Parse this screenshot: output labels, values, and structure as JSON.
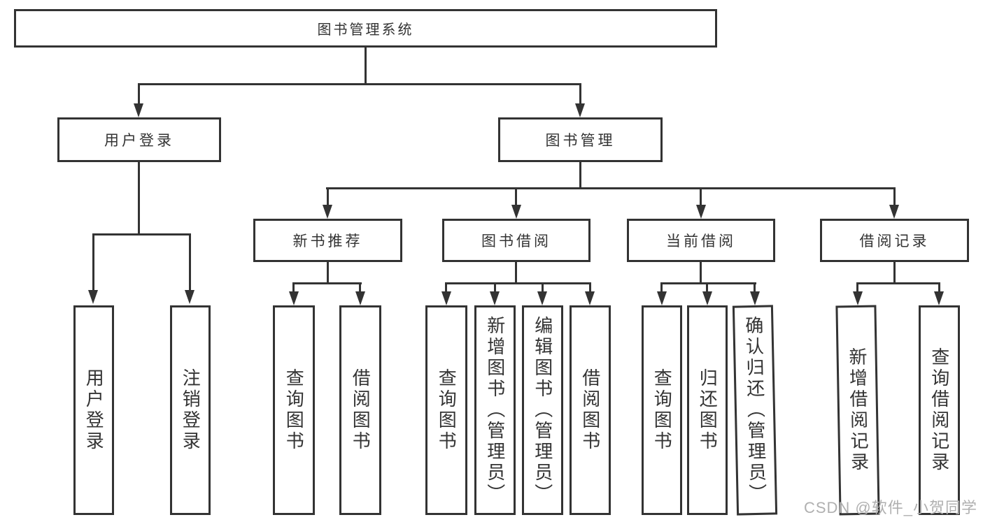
{
  "page": {
    "background": "#ffffff"
  },
  "colors": {
    "line": "#333333",
    "text": "#333333",
    "watermark": "#b0b0b0"
  },
  "watermark": {
    "text": "CSDN @软件_小贺同学"
  },
  "tree": {
    "label": "图书管理系统",
    "children": [
      {
        "label": "用户登录",
        "children": [
          {
            "label": "用户登录"
          },
          {
            "label": "注销登录"
          }
        ]
      },
      {
        "label": "图书管理",
        "children": [
          {
            "label": "新书推荐",
            "children": [
              {
                "label": "查询图书"
              },
              {
                "label": "借阅图书"
              }
            ]
          },
          {
            "label": "图书借阅",
            "children": [
              {
                "label": "查询图书"
              },
              {
                "label": "新增图书（管理员）"
              },
              {
                "label": "编辑图书（管理员）"
              },
              {
                "label": "借阅图书"
              }
            ]
          },
          {
            "label": "当前借阅",
            "children": [
              {
                "label": "查询图书"
              },
              {
                "label": "归还图书"
              },
              {
                "label": "确认归还（管理员）"
              }
            ]
          },
          {
            "label": "借阅记录",
            "children": [
              {
                "label": "新增借阅记录"
              },
              {
                "label": "查询借阅记录"
              }
            ]
          }
        ]
      }
    ]
  }
}
